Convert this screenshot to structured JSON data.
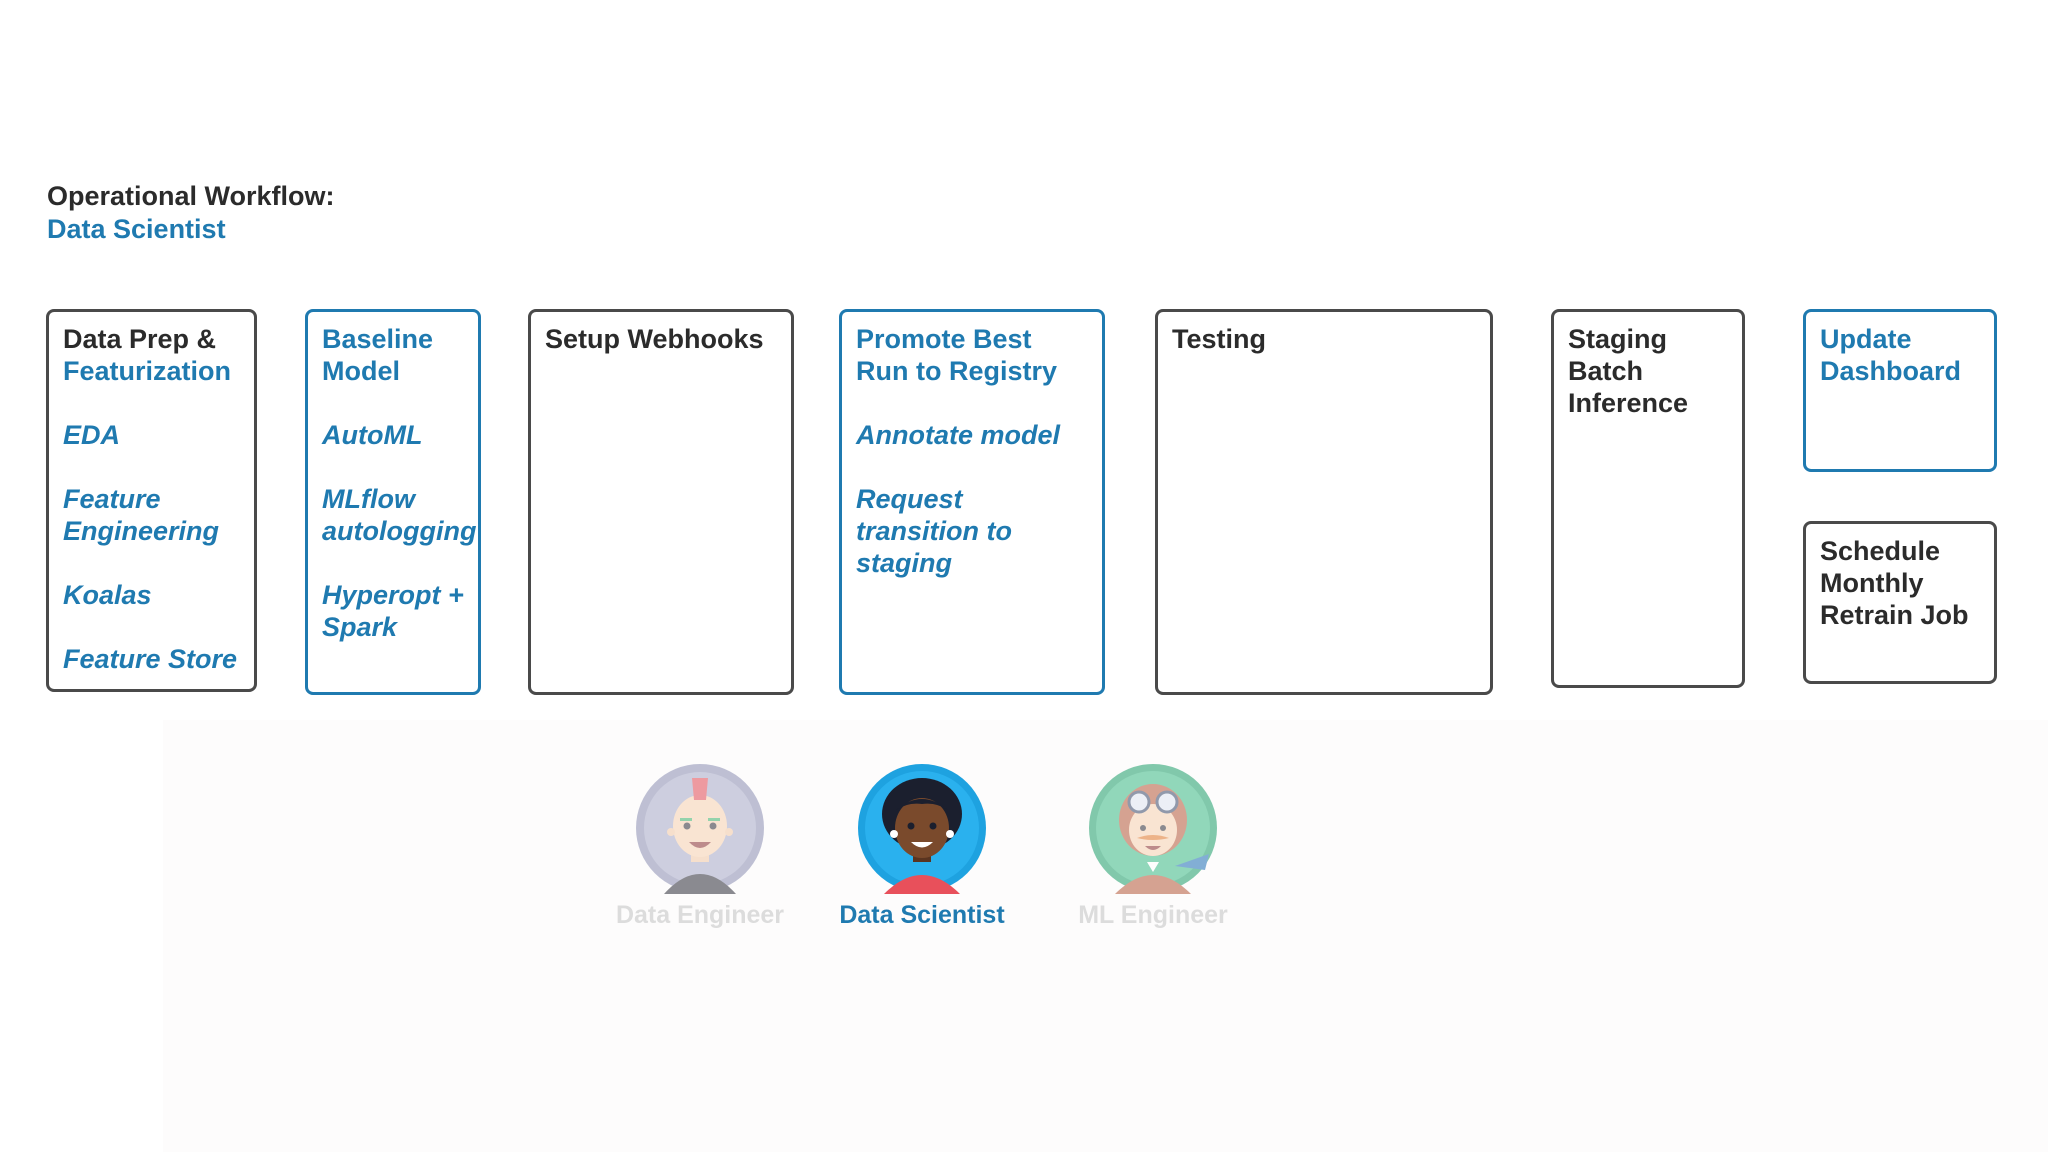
{
  "header": {
    "title": "Operational Workflow:",
    "subtitle": "Data Scientist"
  },
  "boxes": {
    "data_prep": {
      "title_part1": "Data Prep &",
      "title_part2": "Featurization",
      "items": [
        "EDA",
        "Feature Engineering",
        "Koalas",
        "Feature Store"
      ]
    },
    "baseline": {
      "title": "Baseline Model",
      "items": [
        "AutoML",
        "MLflow autologging",
        "Hyperopt + Spark"
      ]
    },
    "webhooks": {
      "title": "Setup Webhooks"
    },
    "promote": {
      "title": "Promote Best Run to Registry",
      "items": [
        "Annotate model",
        "Request transition to staging"
      ]
    },
    "testing": {
      "title": "Testing"
    },
    "staging": {
      "title": "Staging Batch Inference"
    },
    "dashboard": {
      "title": "Update Dashboard"
    },
    "retrain": {
      "title": "Schedule Monthly Retrain Job"
    }
  },
  "personas": [
    {
      "label": "Data Engineer",
      "icon": "data-engineer-avatar-icon",
      "active": false
    },
    {
      "label": "Data Scientist",
      "icon": "data-scientist-avatar-icon",
      "active": true
    },
    {
      "label": "ML Engineer",
      "icon": "ml-engineer-avatar-icon",
      "active": false
    }
  ],
  "colors": {
    "accent": "#1f7ab0",
    "text": "#2b2b2b",
    "border": "#4a4a4a",
    "faded": "#dcdcdc"
  }
}
